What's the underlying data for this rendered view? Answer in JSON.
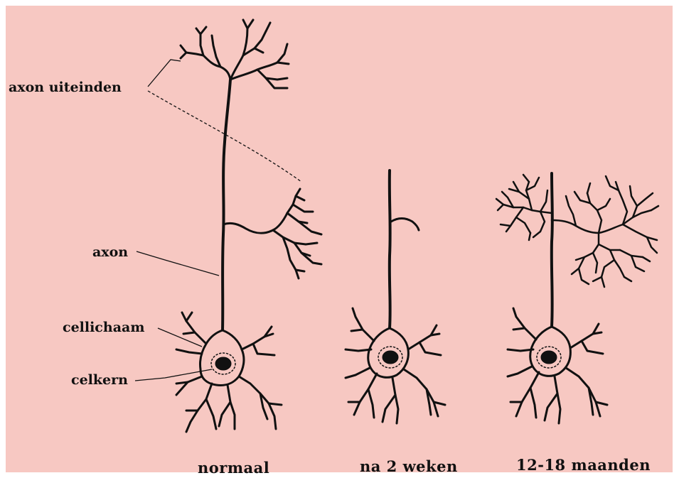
{
  "colors": {
    "background": "#f7c8c2",
    "ink": "#111111"
  },
  "labels": {
    "axon_terminals": "axon uiteinden",
    "axon": "axon",
    "cell_body": "cellichaam",
    "nucleus": "celkern"
  },
  "captions": {
    "normal": "normaal",
    "after_2_weeks": "na 2 weken",
    "months_12_18": "12-18 maanden"
  }
}
